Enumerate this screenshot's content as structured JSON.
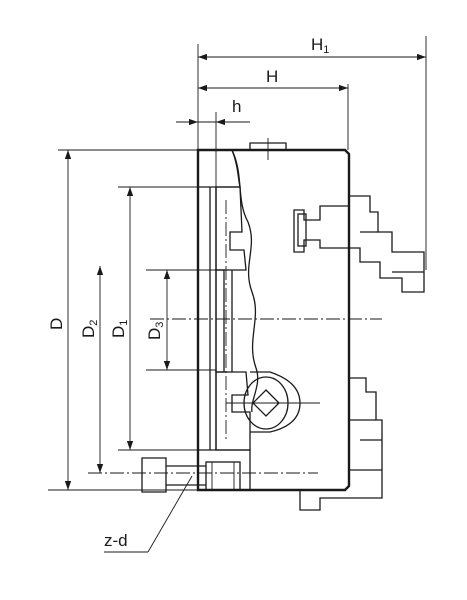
{
  "dimensions": {
    "h1": {
      "main": "H",
      "sub": "1"
    },
    "h": {
      "main": "H",
      "sub": ""
    },
    "h_small": {
      "main": "h",
      "sub": ""
    },
    "d": {
      "main": "D",
      "sub": ""
    },
    "d2": {
      "main": "D",
      "sub": "2"
    },
    "d1": {
      "main": "D",
      "sub": "1"
    },
    "d3": {
      "main": "D",
      "sub": "3"
    },
    "zd": {
      "main": "z-d",
      "sub": ""
    }
  },
  "colors": {
    "line": "#1a1a1a",
    "background": "#ffffff"
  }
}
